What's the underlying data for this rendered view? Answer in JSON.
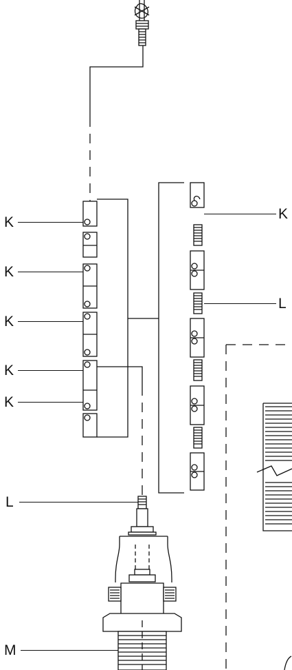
{
  "callouts": {
    "k1": "K",
    "k2": "K",
    "k3": "K",
    "k4": "K",
    "k5": "K",
    "k_right": "K",
    "l_right": "L",
    "l_left": "L",
    "m": "M"
  },
  "colors": {
    "ink": "#111111",
    "paper": "#ffffff"
  }
}
